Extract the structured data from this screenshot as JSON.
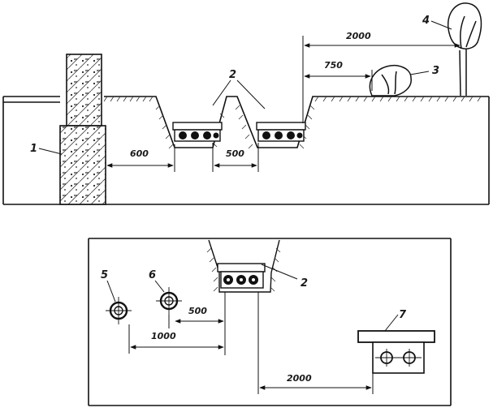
{
  "upper_section": {
    "callouts": {
      "building_wall": "1",
      "cable_trenches": "2",
      "shrub": "3",
      "tree": "4"
    },
    "dimensions": {
      "wall_to_trench": "600",
      "between_trenches": "500",
      "trench_to_shrub": "750",
      "trench_to_tree": "2000"
    }
  },
  "lower_section": {
    "callouts": {
      "pipe_a": "5",
      "pipe_b": "6",
      "cable_trench": "2",
      "duct": "7"
    },
    "dimensions": {
      "pipe_to_trench": "500",
      "pipe_a_to_trench": "1000",
      "trench_to_duct": "2000"
    }
  }
}
